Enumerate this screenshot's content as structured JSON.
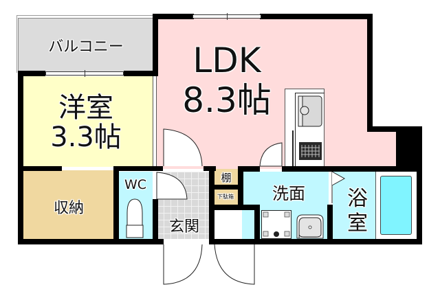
{
  "floorplan": {
    "colors": {
      "ldk": "#ffdcdc",
      "western_room": "#ffffc8",
      "balcony": "#dcdcdc",
      "storage": "#f0d8a0",
      "wet_area": "#c0f8ff",
      "entrance": "#d9d9d9",
      "bathtub": "#80f4ff",
      "wall": "#000000"
    },
    "rooms": {
      "balcony": {
        "label": "バルコニー"
      },
      "ldk": {
        "name": "LDK",
        "size": "8.3帖"
      },
      "western_room": {
        "name": "洋室",
        "size": "3.3帖"
      },
      "storage": {
        "label": "収納"
      },
      "wc": {
        "label": "WC"
      },
      "entrance": {
        "label": "玄関"
      },
      "shelf": {
        "label": "棚"
      },
      "shoe_box": {
        "label": "下駄箱"
      },
      "washroom": {
        "label": "洗面"
      },
      "bathroom": {
        "label_line1": "浴",
        "label_line2": "室"
      }
    },
    "fixtures": [
      "kitchen-sink",
      "gas-stove",
      "toilet",
      "washing-machine-pan",
      "wash-basin",
      "bathtub"
    ]
  }
}
